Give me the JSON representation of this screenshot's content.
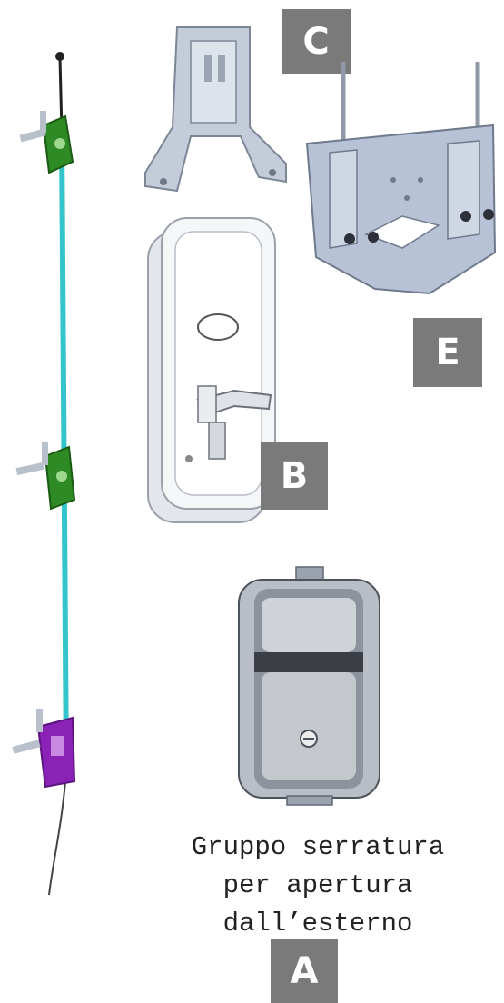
{
  "labels": {
    "a": "A",
    "b": "B",
    "c": "C",
    "e": "E"
  },
  "caption": "Gruppo serratura\nper apertura\ndall’esterno",
  "colors": {
    "rod": "#33c4cc",
    "guide_green": "#2e8a24",
    "guide_purple": "#8a22b8",
    "label_box": "#7a7a7a",
    "metal": "#c3ccd8"
  }
}
